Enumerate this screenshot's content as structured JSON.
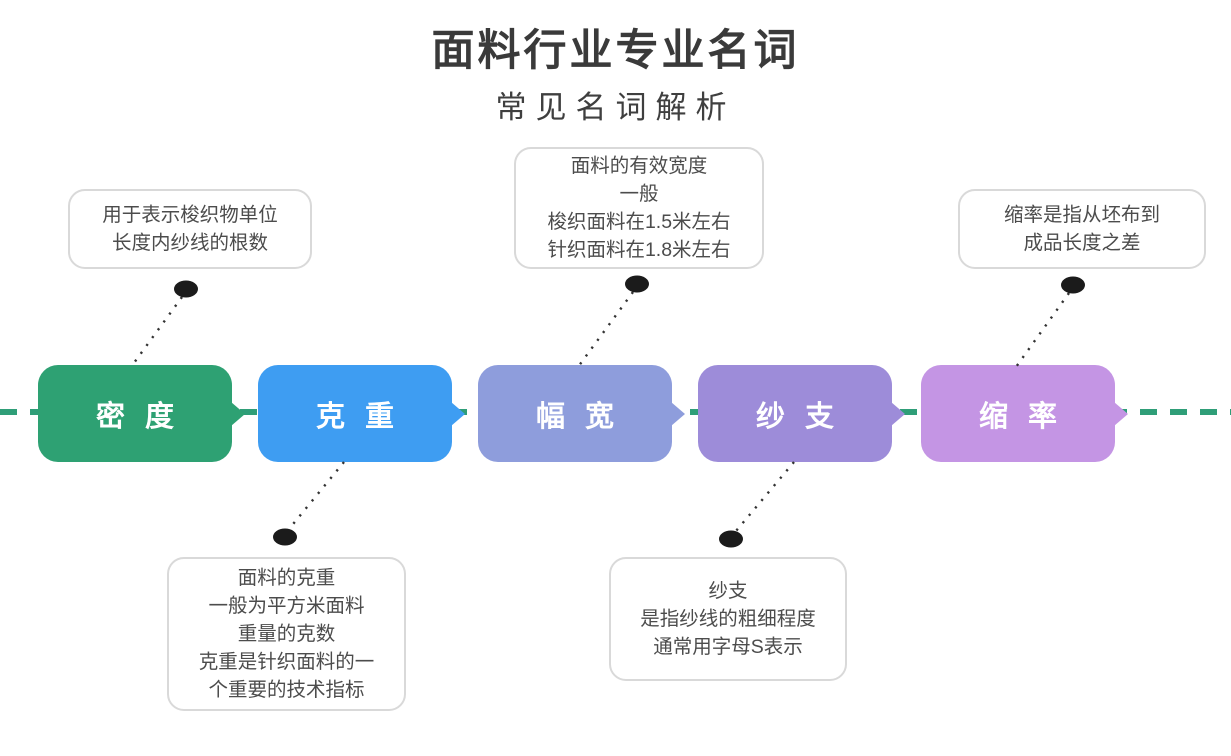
{
  "header": {
    "title": "面料行业专业名词",
    "subtitle": "常见名词解析"
  },
  "colors": {
    "timeline_dash": "#2f9e78",
    "connector_dot": "#1b1b1b",
    "callout_border": "#d9d9d9",
    "callout_text": "#4c4c4c",
    "title_text": "#3a3a3a",
    "term_label_text": "#ffffff"
  },
  "terms": [
    {
      "label": "密 度",
      "color": "#2ea173"
    },
    {
      "label": "克 重",
      "color": "#3e9df2"
    },
    {
      "label": "幅 宽",
      "color": "#8e9ddc"
    },
    {
      "label": "纱 支",
      "color": "#9d8cd9"
    },
    {
      "label": "缩 率",
      "color": "#c495e4"
    }
  ],
  "callouts": [
    {
      "term": "密度",
      "position": "top-left",
      "lines": [
        "用于表示梭织物单位",
        "长度内纱线的根数"
      ]
    },
    {
      "term": "幅宽",
      "position": "top-middle",
      "lines": [
        "面料的有效宽度",
        "一般",
        "梭织面料在1.5米左右",
        "针织面料在1.8米左右"
      ]
    },
    {
      "term": "缩率",
      "position": "top-right",
      "lines": [
        "缩率是指从坯布到",
        "成品长度之差"
      ]
    },
    {
      "term": "克重",
      "position": "bottom-left",
      "lines": [
        "面料的克重",
        "一般为平方米面料",
        "重量的克数",
        "克重是针织面料的一",
        "个重要的技术指标"
      ]
    },
    {
      "term": "纱支",
      "position": "bottom-middle",
      "lines": [
        "纱支",
        "是指纱线的粗细程度",
        "通常用字母S表示"
      ]
    }
  ]
}
